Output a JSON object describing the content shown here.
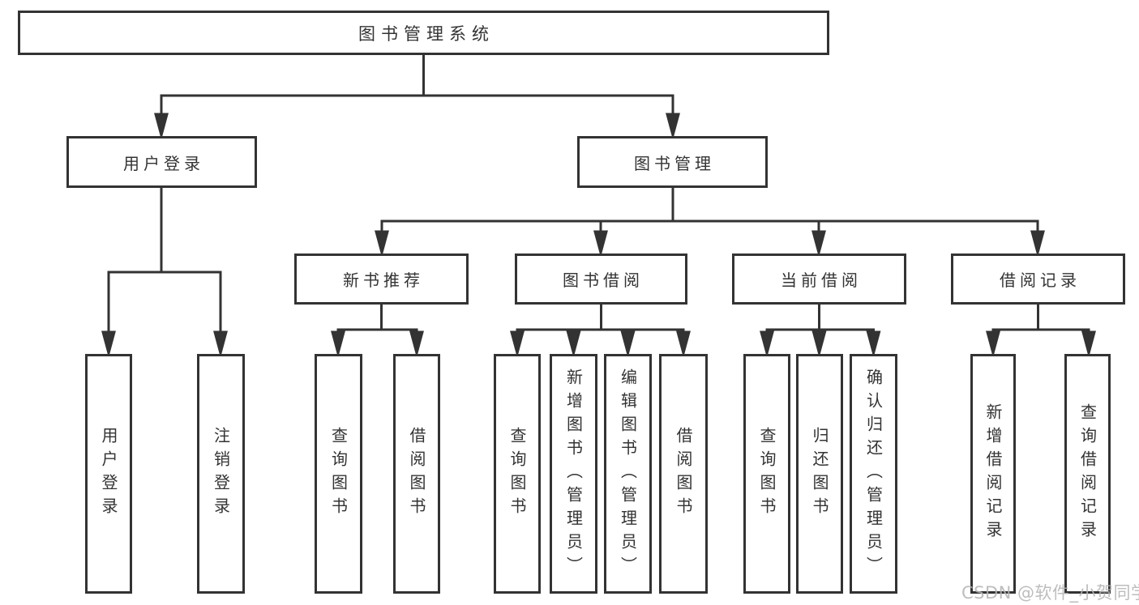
{
  "diagram": {
    "title": "图书管理系统",
    "tree": {
      "label": "图书管理系统",
      "children": [
        {
          "label": "用户登录",
          "children": [
            {
              "label": "用户登录"
            },
            {
              "label": "注销登录"
            }
          ]
        },
        {
          "label": "图书管理",
          "children": [
            {
              "label": "新书推荐",
              "children": [
                {
                  "label": "查询图书"
                },
                {
                  "label": "借阅图书"
                }
              ]
            },
            {
              "label": "图书借阅",
              "children": [
                {
                  "label": "查询图书"
                },
                {
                  "label": "新增图书（管理员）"
                },
                {
                  "label": "编辑图书（管理员）"
                },
                {
                  "label": "借阅图书"
                }
              ]
            },
            {
              "label": "当前借阅",
              "children": [
                {
                  "label": "查询图书"
                },
                {
                  "label": "归还图书"
                },
                {
                  "label": "确认归还（管理员）"
                }
              ]
            },
            {
              "label": "借阅记录",
              "children": [
                {
                  "label": "新增借阅记录"
                },
                {
                  "label": "查询借阅记录"
                }
              ]
            }
          ]
        }
      ]
    },
    "colors": {
      "line": "#333333",
      "text": "#333333",
      "background": "#ffffff",
      "watermark_gray": "#b5b5b5"
    }
  },
  "watermark": {
    "text": "CSDN @软件_小贺同学"
  }
}
